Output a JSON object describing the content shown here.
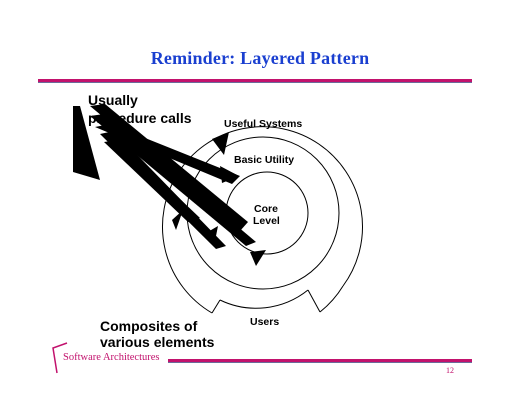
{
  "slide": {
    "title": "Reminder: Layered Pattern",
    "page_number": "12",
    "footer": "Software Architectures"
  },
  "diagram": {
    "labels": {
      "usually_line1": "Usually",
      "usually_line2": "procedure calls",
      "useful_systems": "Useful Systems",
      "basic_utility": "Basic Utility",
      "core": "Core",
      "level": "Level",
      "users": "Users",
      "composites_line1": "Composites of",
      "composites_line2": "various elements"
    }
  },
  "colors": {
    "accent": "#c2126d",
    "title": "#1a3fd0",
    "ink": "#000000"
  }
}
